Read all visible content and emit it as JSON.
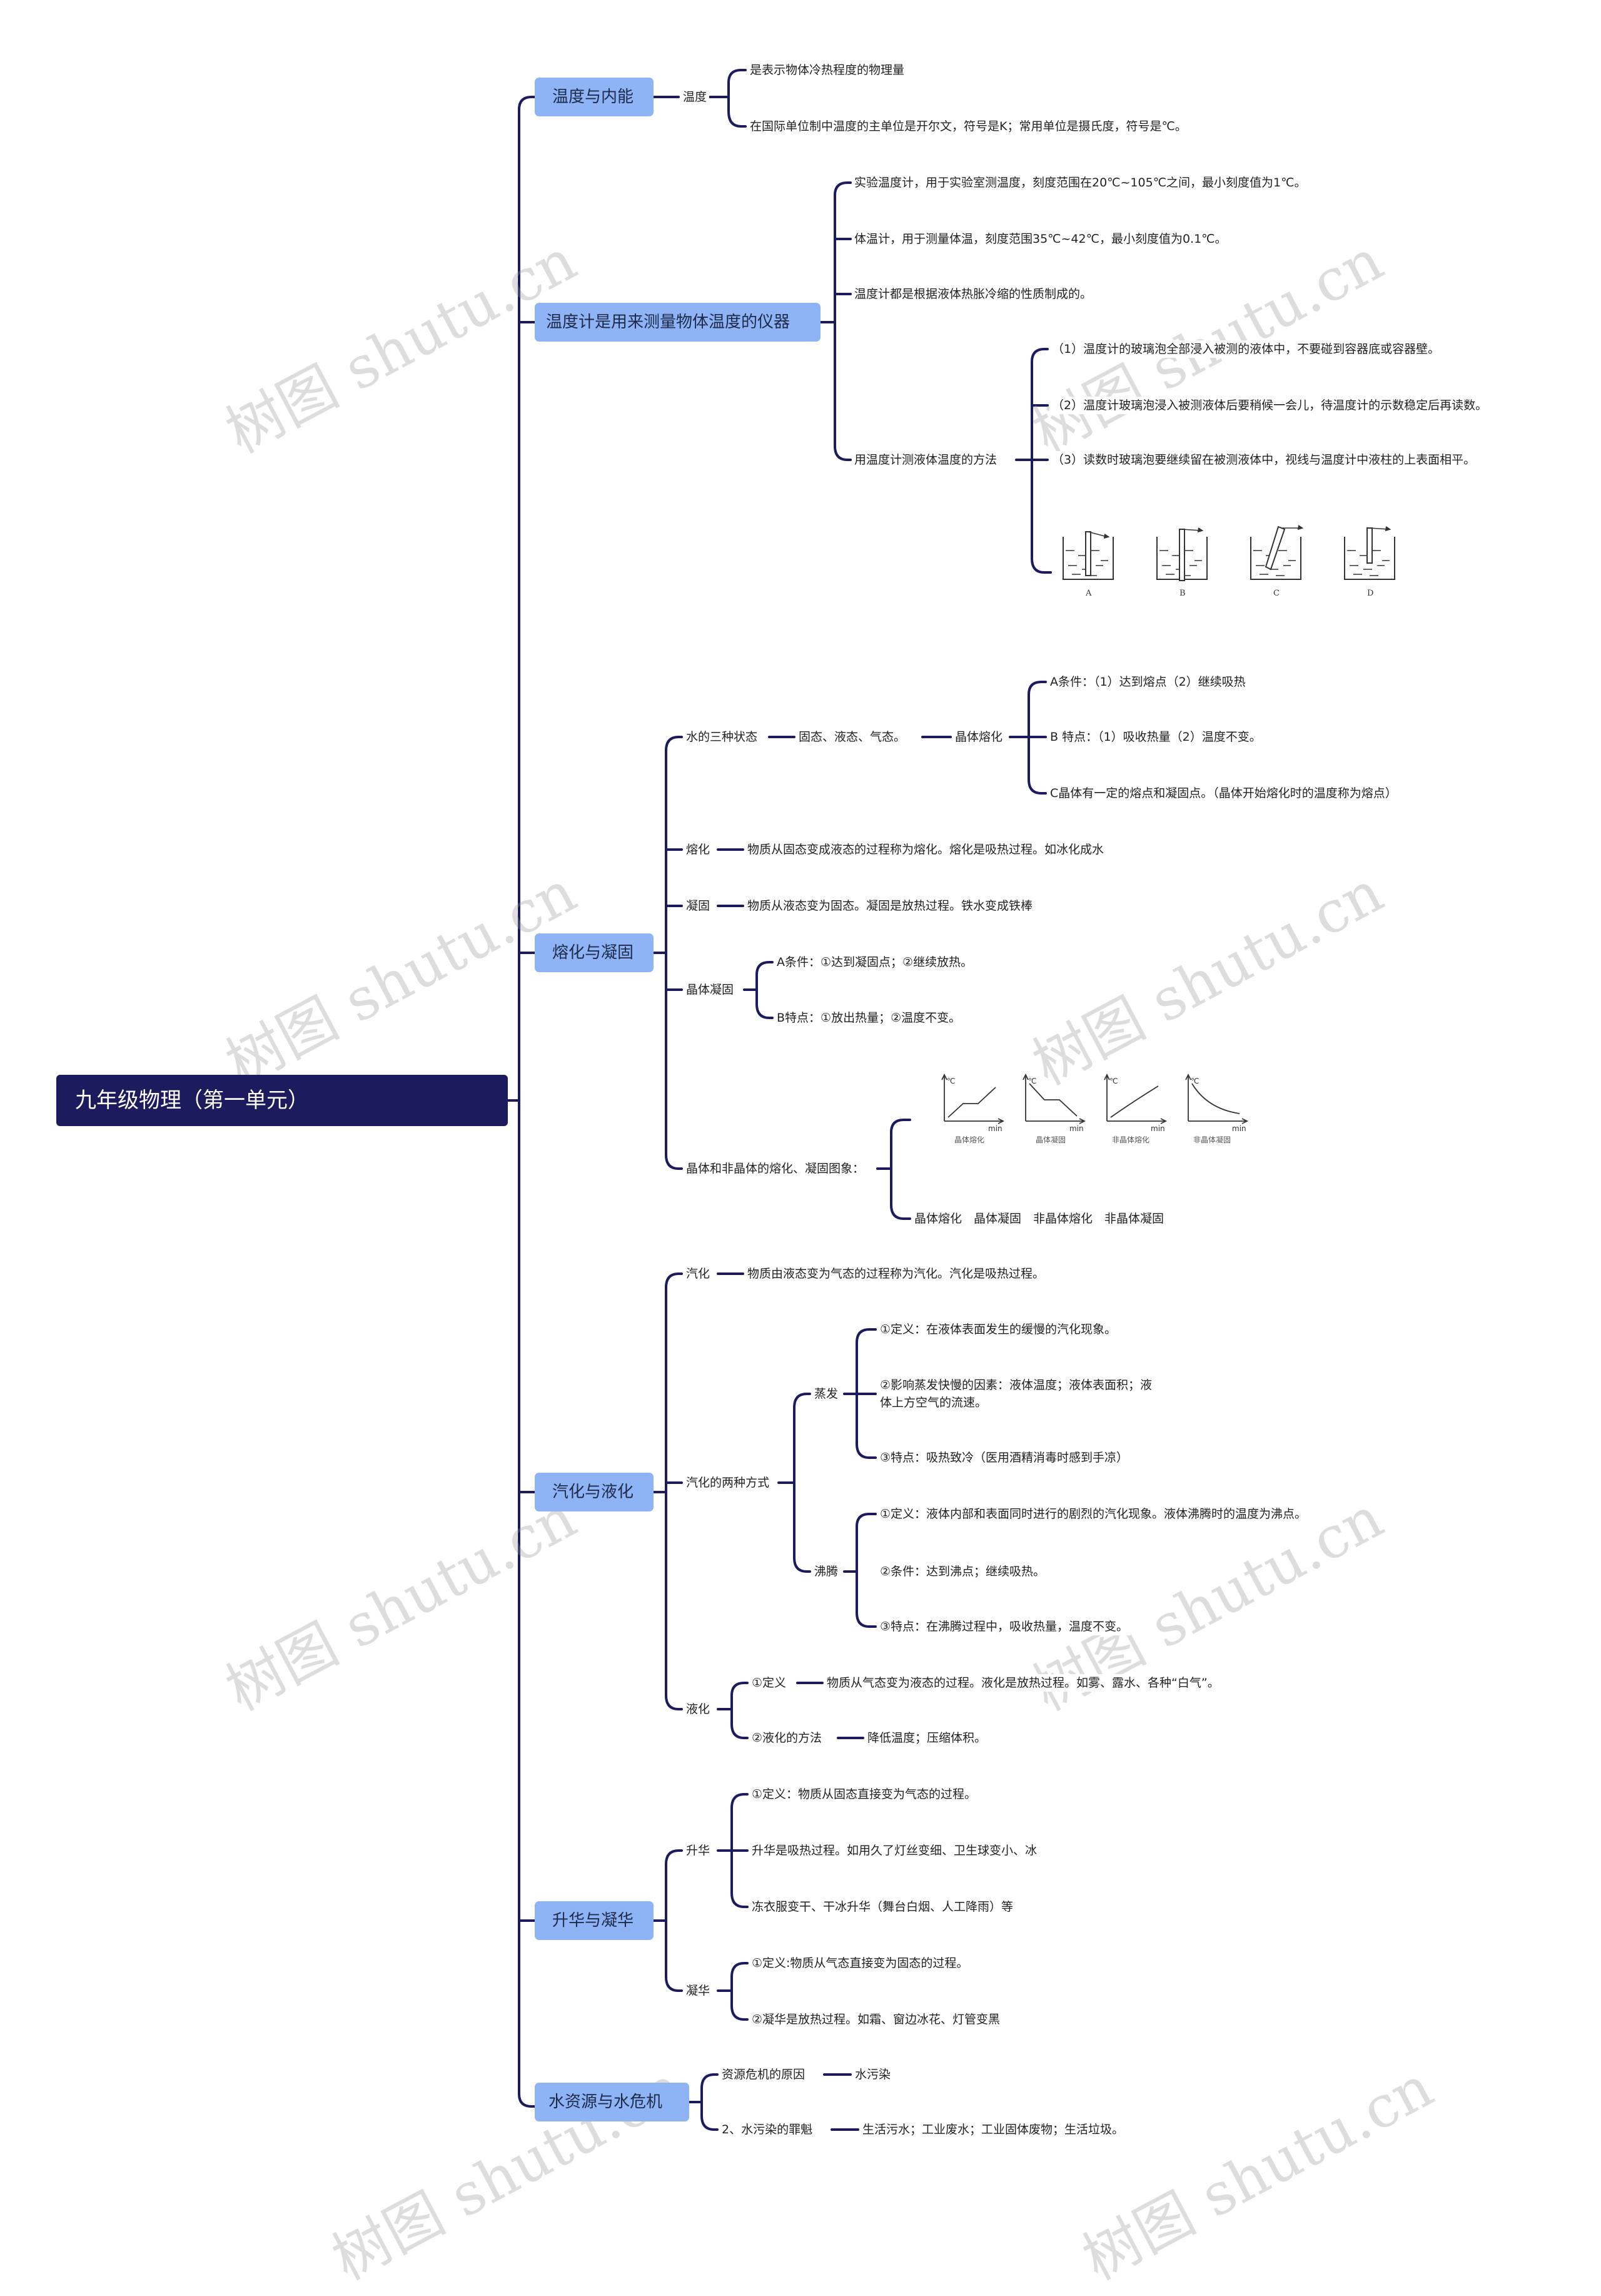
{
  "colors": {
    "line": "#1b1b5e",
    "root_bg": "#1b1b5e",
    "category_bg": "#8fb4f5"
  },
  "root": "九年级物理（第一单元）",
  "categories": {
    "c1": "温度与内能",
    "c2": "温度计是用来测量物体温度的仪器",
    "c3": "熔化与凝固",
    "c4": "汽化与液化",
    "c5": "升华与凝华",
    "c6": "水资源与水危机"
  },
  "nodes": {
    "temp": "温度",
    "temp_def": "是表示物体冷热程度的物理量",
    "temp_unit": "在国际单位制中温度的主单位是开尔文，符号是K；常用单位是摄氏度，符号是℃。",
    "lab_thermo": "实验温度计，用于实验室测温度，刻度范围在20℃~105℃之间，最小刻度值为1℃。",
    "body_thermo": "体温计，用于测量体温，刻度范围35℃~42℃，最小刻度值为0.1℃。",
    "principle": "温度计都是根据液体热胀冷缩的性质制成的。",
    "method": "用温度计测液体温度的方法",
    "method_1": "（1）温度计的玻璃泡全部浸入被测的液体中，不要碰到容器底或容器壁。",
    "method_2": "（2）温度计玻璃泡浸入被测液体后要稍候一会儿，待温度计的示数稳定后再读数。",
    "method_3": "（3）读数时玻璃泡要继续留在被测液体中，视线与温度计中液柱的上表面相平。",
    "three_states": "水的三种状态",
    "states": "固态、液态、气态。",
    "crystal_melt": "晶体熔化",
    "melt_a": "A条件：（1）达到熔点（2）继续吸热",
    "melt_b": "B 特点：（1）吸收热量（2）温度不变。",
    "melt_c": "C晶体有一定的熔点和凝固点。（晶体开始熔化时的温度称为熔点）",
    "melting": "熔化",
    "melting_def": "物质从固态变成液态的过程称为熔化。熔化是吸热过程。如冰化成水",
    "solidify": "凝固",
    "solidify_def": "物质从液态变为固态。凝固是放热过程。铁水变成铁棒",
    "crystal_solid": "晶体凝固",
    "solid_a": "A条件：①达到凝固点；②继续放热。",
    "solid_b": "B特点：①放出热量；②温度不变。",
    "graphs": "晶体和非晶体的熔化、凝固图象：",
    "graph_names": "晶体熔化　晶体凝固　非晶体熔化　非晶体凝固",
    "vaporize": "汽化",
    "vaporize_def": "物质由液态变为气态的过程称为汽化。汽化是吸热过程。",
    "two_ways": "汽化的两种方式",
    "evaporate": "蒸发",
    "evap_1": "①定义：在液体表面发生的缓慢的汽化现象。",
    "evap_2": "②影响蒸发快慢的因素：液体温度；液体表面积；液体上方空气的流速。",
    "evap_3": "③特点：吸热致冷（医用酒精消毒时感到手凉）",
    "boil": "沸腾",
    "boil_1": "①定义：液体内部和表面同时进行的剧烈的汽化现象。液体沸腾时的温度为沸点。",
    "boil_2": "②条件：达到沸点；继续吸热。",
    "boil_3": "③特点：在沸腾过程中，吸收热量，温度不变。",
    "liquefy": "液化",
    "liq_def": "①定义",
    "liq_def_text": "物质从气态变为液态的过程。液化是放热过程。如雾、露水、各种“白气”。",
    "liq_method": "②液化的方法",
    "liq_method_text": "降低温度；压缩体积。",
    "sublime": "升华",
    "sub_1": "①定义：物质从固态直接变为气态的过程。",
    "sub_2": "升华是吸热过程。如用久了灯丝变细、卫生球变小、冰",
    "sub_3": "冻衣服变干、干冰升华（舞台白烟、人工降雨）等",
    "deposit": "凝华",
    "dep_1": "①定义:物质从气态直接变为固态的过程。",
    "dep_2": "②凝华是放热过程。如霜、窗边冰花、灯管变黑",
    "crisis": "资源危机的原因",
    "crisis_val": "水污染",
    "culprit": "2、水污染的罪魁",
    "culprit_val": "生活污水；工业废水；工业固体废物；生活垃圾。"
  },
  "figures": {
    "beakers": [
      "A",
      "B",
      "C",
      "D"
    ],
    "graph_axes": {
      "y": "℃",
      "x": "min"
    },
    "graphs": [
      "晶体熔化",
      "晶体凝固",
      "非晶体熔化",
      "非晶体凝固"
    ]
  },
  "watermark": "树图 shutu.cn"
}
